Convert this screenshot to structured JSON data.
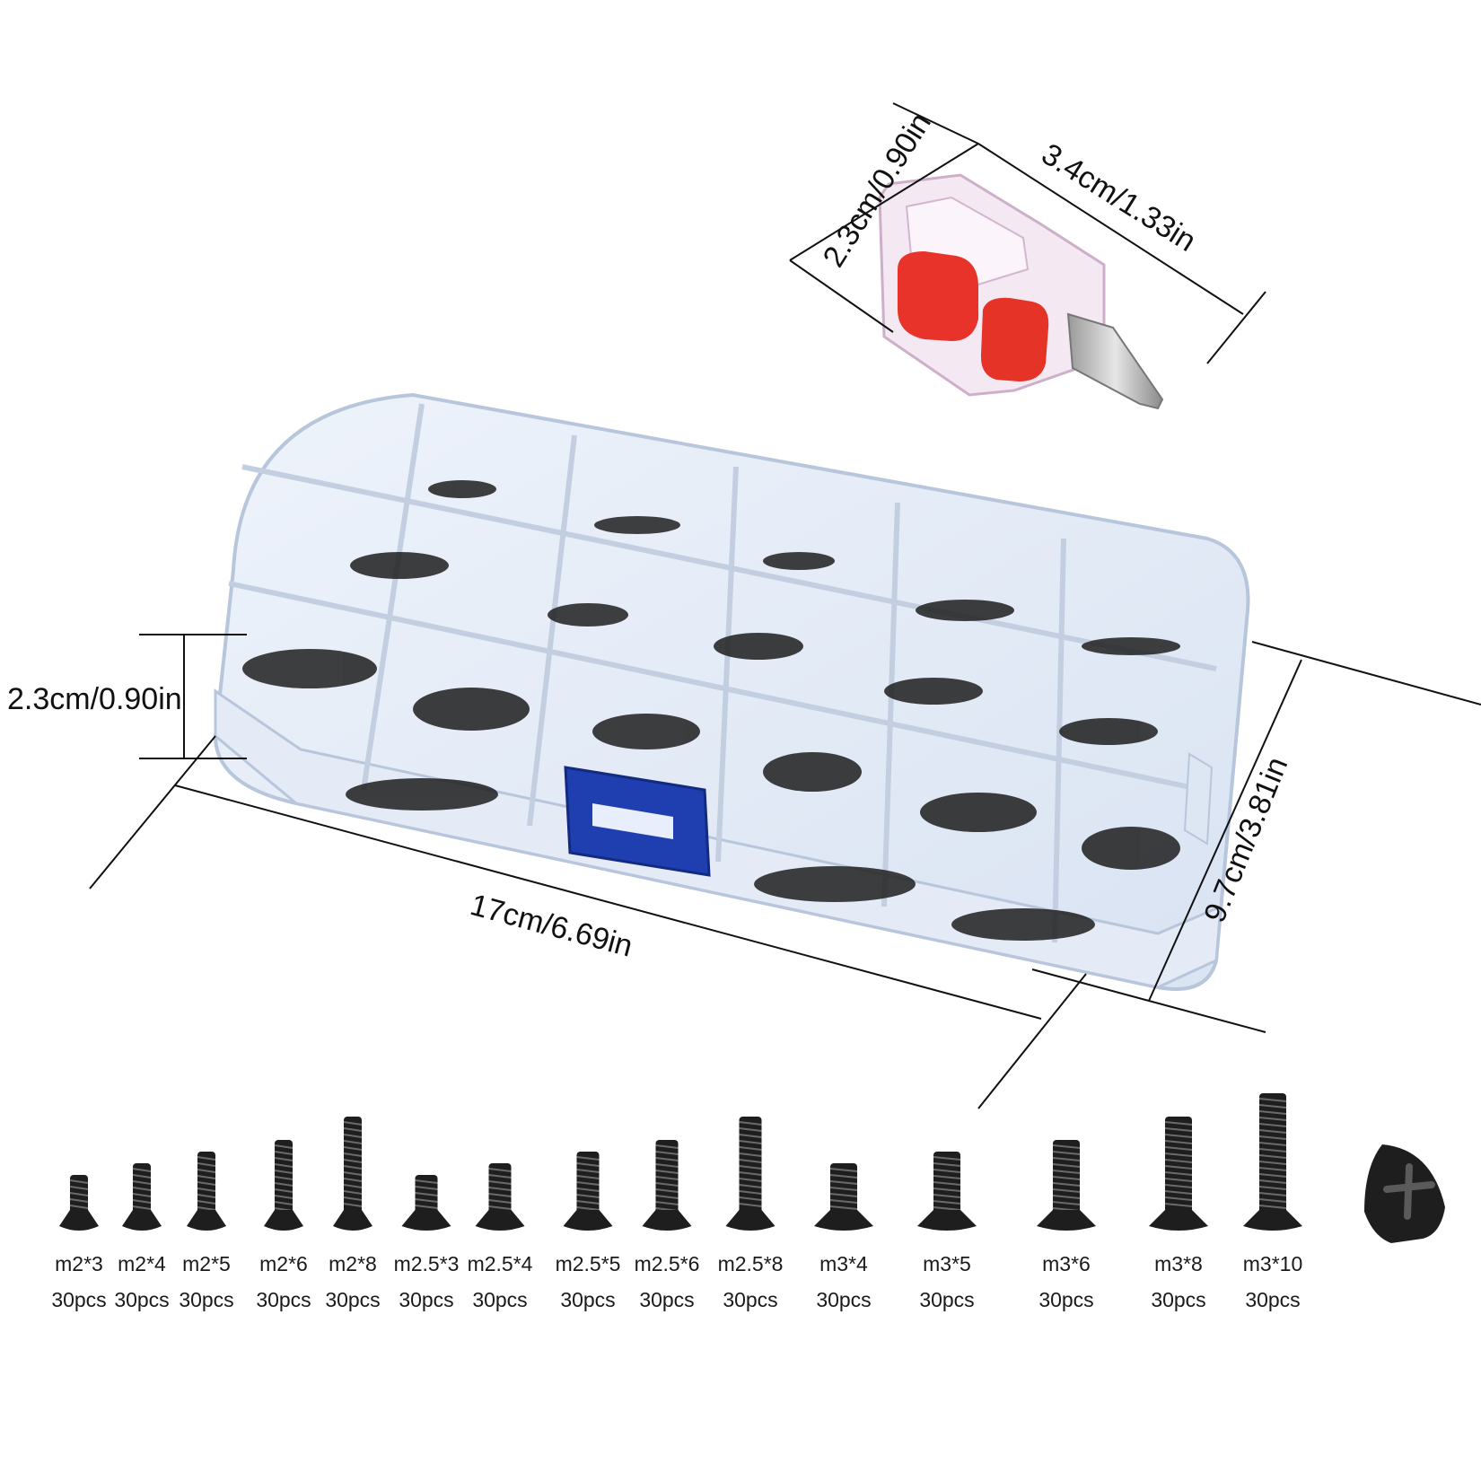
{
  "dimensions": {
    "box_height": "2.3cm/0.90in",
    "box_length": "17cm/6.69in",
    "box_width": "9.7cm/3.81in",
    "driver_height": "2.3cm/0.90in",
    "driver_length": "3.4cm/1.33in"
  },
  "colors": {
    "driver_handle": "#e8332a",
    "box_latch": "#1f3fb0",
    "screw": "#1e1e1e"
  },
  "screws": [
    {
      "size": "m2*3",
      "qty": "30pcs"
    },
    {
      "size": "m2*4",
      "qty": "30pcs"
    },
    {
      "size": "m2*5",
      "qty": "30pcs"
    },
    {
      "size": "m2*6",
      "qty": "30pcs"
    },
    {
      "size": "m2*8",
      "qty": "30pcs"
    },
    {
      "size": "m2.5*3",
      "qty": "30pcs"
    },
    {
      "size": "m2.5*4",
      "qty": "30pcs"
    },
    {
      "size": "m2.5*5",
      "qty": "30pcs"
    },
    {
      "size": "m2.5*6",
      "qty": "30pcs"
    },
    {
      "size": "m2.5*8",
      "qty": "30pcs"
    },
    {
      "size": "m3*4",
      "qty": "30pcs"
    },
    {
      "size": "m3*5",
      "qty": "30pcs"
    },
    {
      "size": "m3*6",
      "qty": "30pcs"
    },
    {
      "size": "m3*8",
      "qty": "30pcs"
    },
    {
      "size": "m3*10",
      "qty": "30pcs"
    }
  ]
}
